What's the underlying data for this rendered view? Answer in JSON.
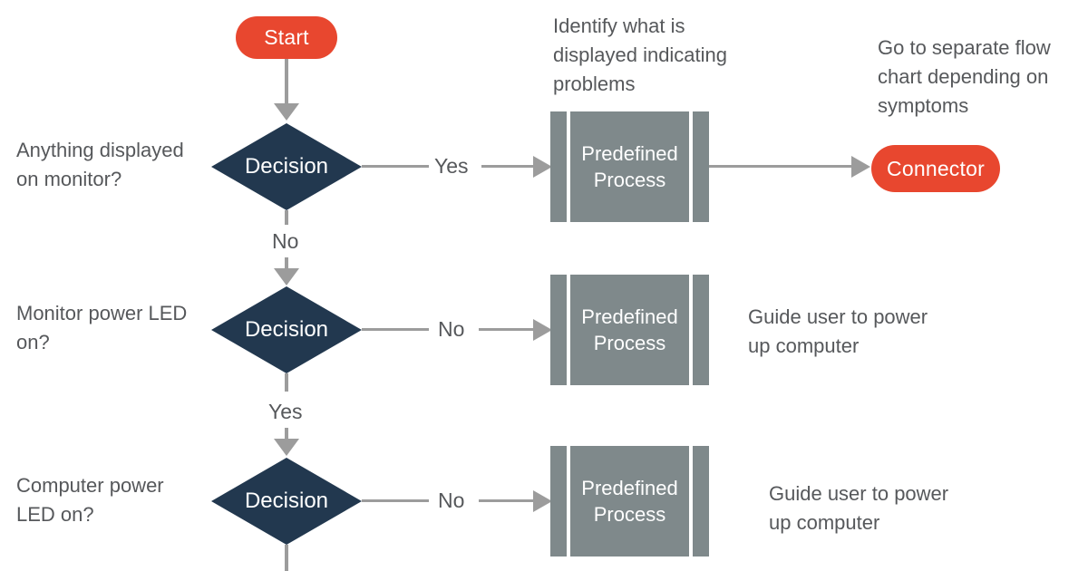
{
  "colors": {
    "node_red": "#E8472F",
    "node_navy": "#22384F",
    "node_gray": "#7F898B",
    "line_gray": "#9C9C9C",
    "text_gray": "#56585B"
  },
  "nodes": {
    "start": {
      "label": "Start"
    },
    "decision1": {
      "label": "Decision"
    },
    "process1": {
      "label": [
        "Predefined",
        "Process"
      ]
    },
    "connector": {
      "label": "Connector"
    },
    "decision2": {
      "label": "Decision"
    },
    "process2": {
      "label": [
        "Predefined",
        "Process"
      ]
    },
    "decision3": {
      "label": "Decision"
    },
    "process3": {
      "label": [
        "Predefined",
        "Process"
      ]
    }
  },
  "edge_labels": {
    "decision1_yes": "Yes",
    "decision1_no": "No",
    "decision2_no": "No",
    "decision2_yes": "Yes",
    "decision3_no": "No"
  },
  "annotations": {
    "process1_note": [
      "Identify what is",
      "displayed indicating",
      "problems"
    ],
    "connector_note": [
      "Go to separate flow",
      "chart depending on",
      "symptoms"
    ],
    "decision1_question": [
      "Anything displayed",
      "on monitor?"
    ],
    "decision2_question": [
      "Monitor power LED",
      "on?"
    ],
    "decision3_question": [
      "Computer power",
      "LED on?"
    ],
    "process2_note": [
      "Guide user to power",
      "up computer"
    ],
    "process3_note": [
      "Guide user to power",
      "up computer"
    ]
  }
}
